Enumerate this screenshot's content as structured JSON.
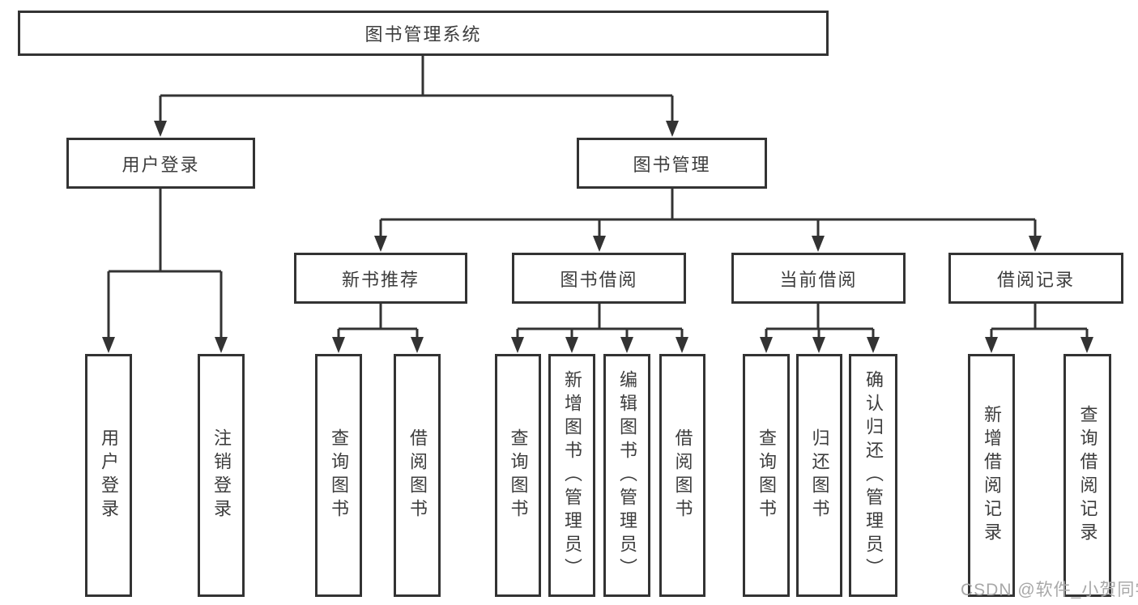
{
  "colors": {
    "line": "#333333",
    "box_border": "#333333",
    "text": "#3d3d3d",
    "background": "#ffffff",
    "watermark": "#a8a8a8"
  },
  "diagram": {
    "root": {
      "label": "图书管理系统"
    },
    "level2": [
      {
        "label": "用户登录"
      },
      {
        "label": "图书管理"
      }
    ],
    "level3": [
      {
        "label": "新书推荐"
      },
      {
        "label": "图书借阅"
      },
      {
        "label": "当前借阅"
      },
      {
        "label": "借阅记录"
      }
    ],
    "leaves": {
      "user_login": [
        {
          "label": "用户登录"
        },
        {
          "label": "注销登录"
        }
      ],
      "new_book": [
        {
          "label": "查询图书"
        },
        {
          "label": "借阅图书"
        }
      ],
      "book_borrow": [
        {
          "label": "查询图书"
        },
        {
          "label": "新增图书（管理员）"
        },
        {
          "label": "编辑图书（管理员）"
        },
        {
          "label": "借阅图书"
        }
      ],
      "current_borrow": [
        {
          "label": "查询图书"
        },
        {
          "label": "归还图书"
        },
        {
          "label": "确认归还（管理员）"
        }
      ],
      "borrow_records": [
        {
          "label": "新增借阅记录"
        },
        {
          "label": "查询借阅记录"
        }
      ]
    }
  },
  "watermark": {
    "text": "CSDN @软件_小贺同学"
  }
}
